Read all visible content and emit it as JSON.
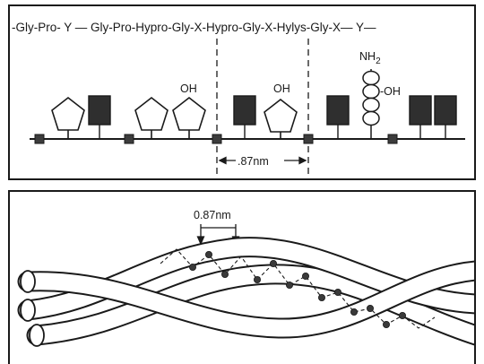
{
  "top_panel": {
    "sequence": "-Gly-Pro- Y — Gly-Pro-Hypro-Gly-X-Hypro-Gly-X-Hylys-Gly-X— Y—",
    "hydroxyl_label_1": "OH",
    "hydroxyl_label_2": "OH",
    "hydroxyl_label_3": "-OH",
    "amine_label": "NH",
    "amine_subscript": "2",
    "spacing_label": ".87nm"
  },
  "bottom_panel": {
    "spacing_label": "0.87nm"
  }
}
